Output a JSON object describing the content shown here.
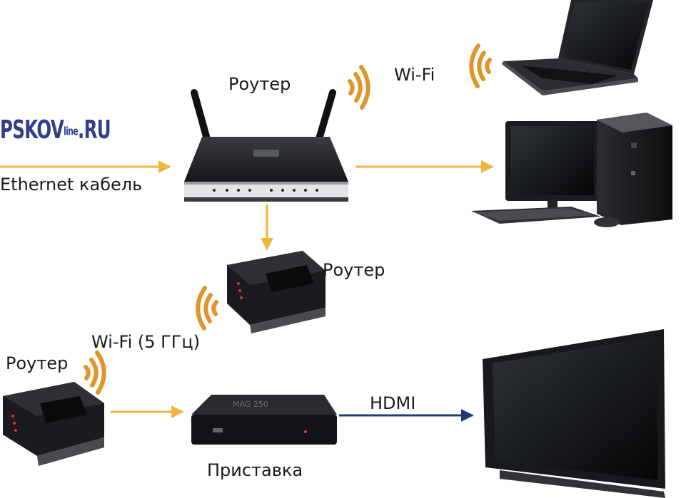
{
  "logo": {
    "left": "PSKOV",
    "middle": "line",
    "right": ".RU"
  },
  "labels": {
    "router_main": "Роутер",
    "wifi": "Wi-Fi",
    "ethernet": "Ethernet кабель",
    "router_mid": "Роутер",
    "wifi_5ghz": "Wi-Fi (5 ГГц)",
    "router_left": "Роутер",
    "hdmi": "HDMI",
    "settop": "Приставка"
  },
  "device_marks": {
    "settop_model": "MAG 250"
  },
  "colors": {
    "arrow_main": "#efb53e",
    "arrow_hdmi": "#1f3b73",
    "wifi_waves": "#e0942a",
    "logo": "#2f3f8a"
  }
}
